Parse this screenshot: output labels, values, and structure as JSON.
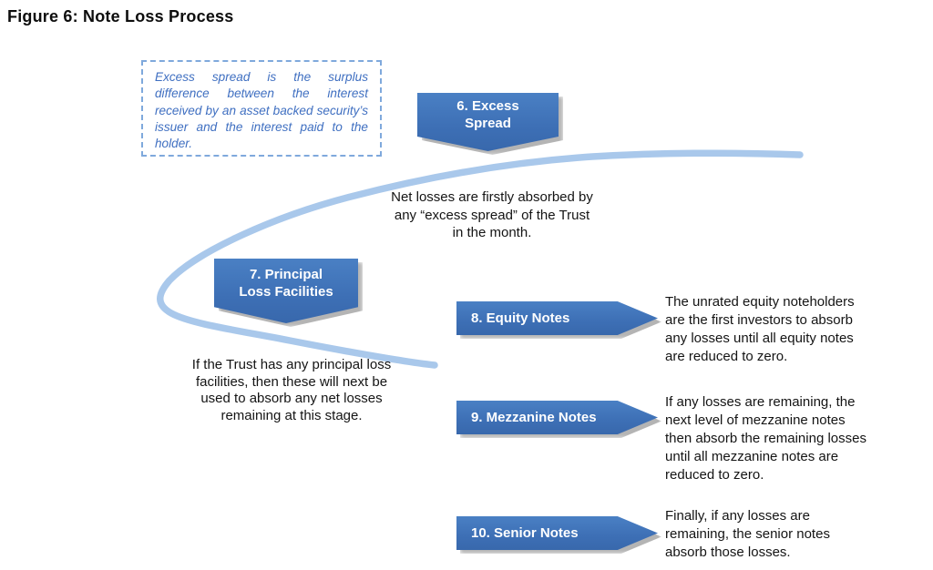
{
  "title": "Figure 6: Note Loss Process",
  "colors": {
    "shape_blue": "#3d6fb5",
    "curve_blue": "#a9c8eb",
    "callout_border_blue": "#7fa9dc",
    "callout_text_blue": "#3f6fc1",
    "shape_label_white": "#ffffff",
    "body_text": "#141414"
  },
  "callout": {
    "text": "Excess spread is the surplus difference between the interest received by an asset backed security’s issuer and the interest paid to the holder."
  },
  "steps": [
    {
      "id": "6",
      "label": "6. Excess Spread",
      "shape": "banner-down",
      "description": "Net losses are firstly absorbed by any “excess spread” of the Trust in the month."
    },
    {
      "id": "7",
      "label": "7. Principal Loss Facilities",
      "shape": "banner-down",
      "description": "If the Trust has any principal loss facilities, then these will next be used to absorb any net losses remaining at this stage."
    },
    {
      "id": "8",
      "label": "8. Equity Notes",
      "shape": "arrow-right",
      "description": "The unrated equity noteholders are the first investors to absorb any losses until all equity notes are reduced to zero."
    },
    {
      "id": "9",
      "label": "9. Mezzanine Notes",
      "shape": "arrow-right",
      "description": "If any losses are remaining, the next level of mezzanine notes then absorb the remaining losses until all mezzanine notes are reduced to zero."
    },
    {
      "id": "10",
      "label": "10. Senior Notes",
      "shape": "arrow-right",
      "description": "Finally, if any losses are remaining, the senior notes absorb those losses."
    }
  ]
}
